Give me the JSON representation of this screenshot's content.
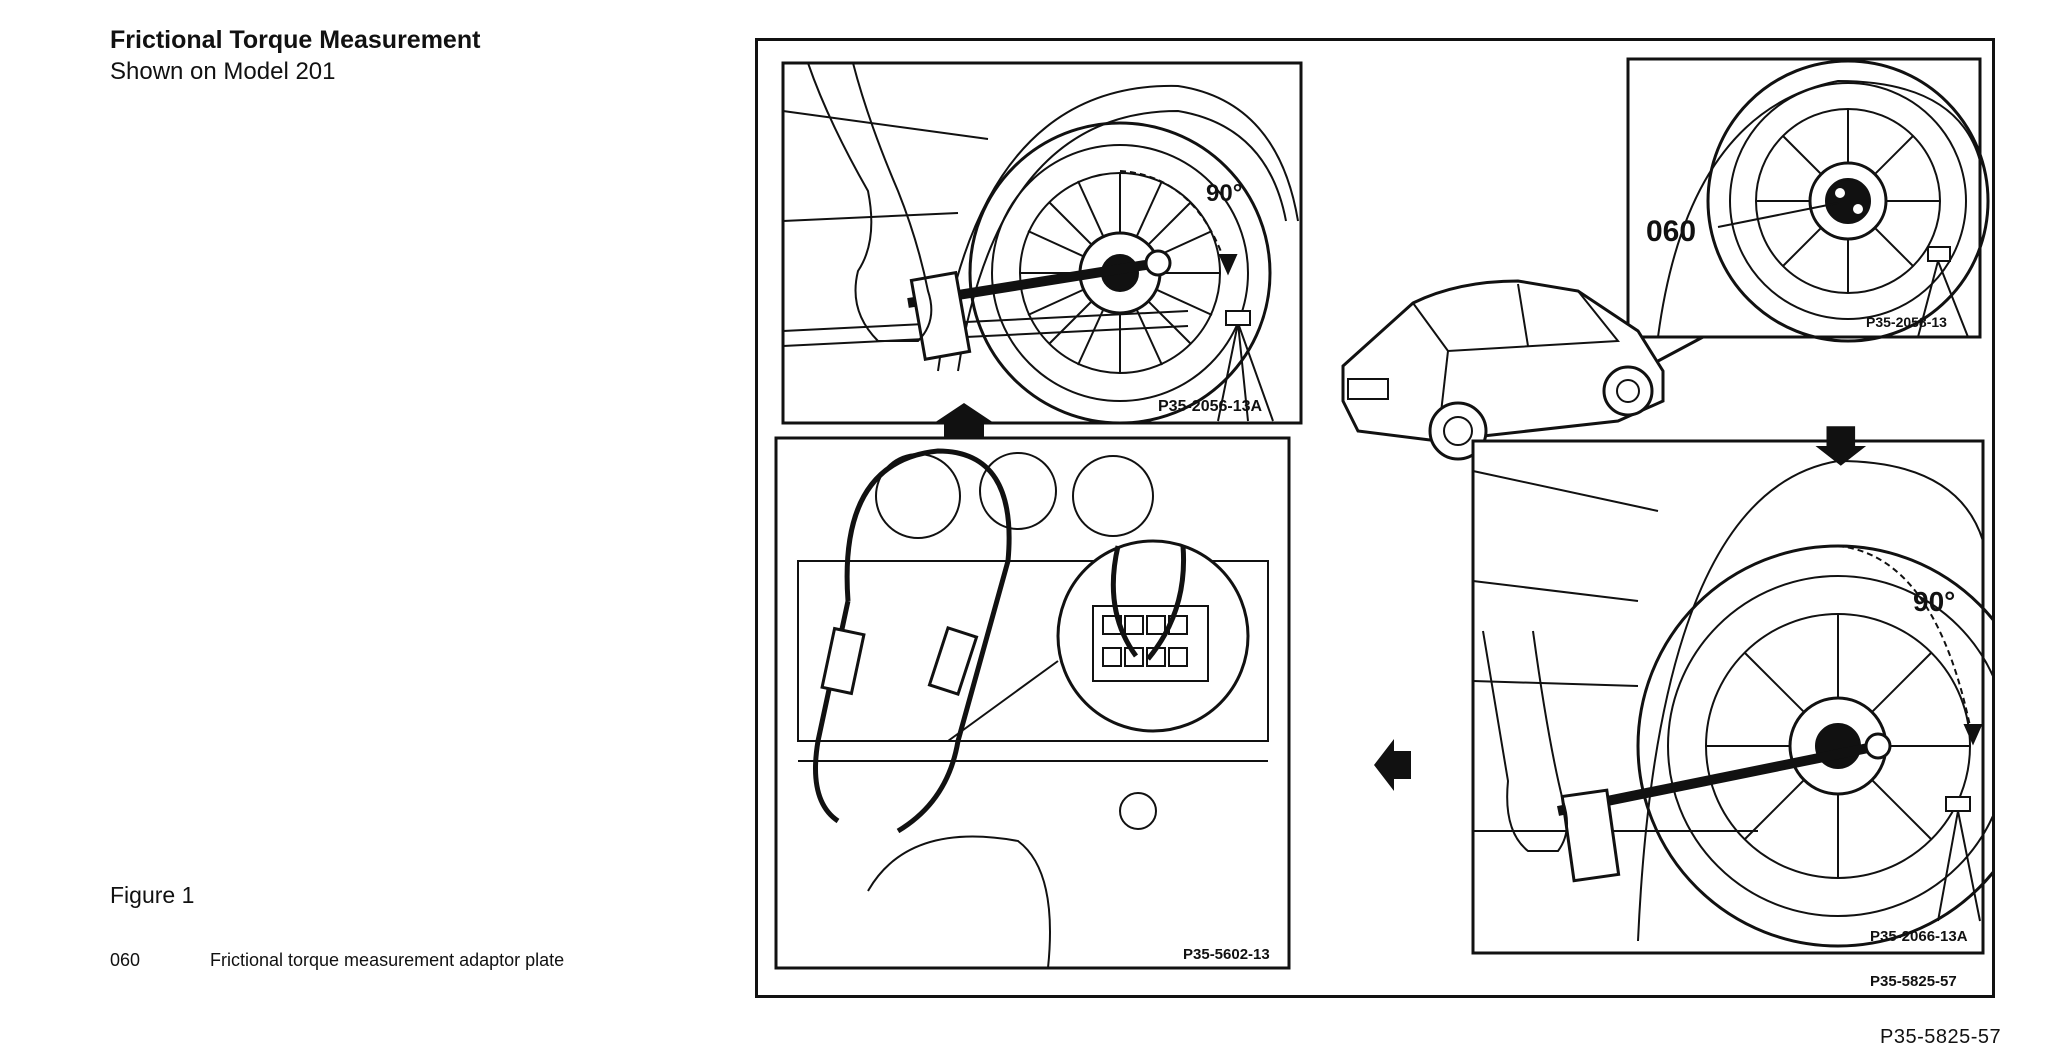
{
  "header": {
    "title": "Frictional Torque Measurement",
    "subtitle": "Shown on Model 201"
  },
  "caption": {
    "figure": "Figure 1",
    "legend": [
      {
        "code": "060",
        "text": "Frictional torque measurement adaptor plate"
      }
    ]
  },
  "panels": {
    "top_left": {
      "ref": "P35-2056-13A",
      "angle": "90°"
    },
    "top_right": {
      "ref": "P35-2058-13",
      "callout": "060"
    },
    "bottom_left": {
      "ref": "P35-5602-13"
    },
    "bottom_right": {
      "ref": "P35-2066-13A",
      "angle": "90°"
    }
  },
  "figure_ref": "P35-5825-57",
  "page_ref": "P35-5825-57",
  "icons": [
    "arrow-up-icon",
    "arrow-down-icon",
    "arrow-left-icon",
    "car-illustration"
  ]
}
